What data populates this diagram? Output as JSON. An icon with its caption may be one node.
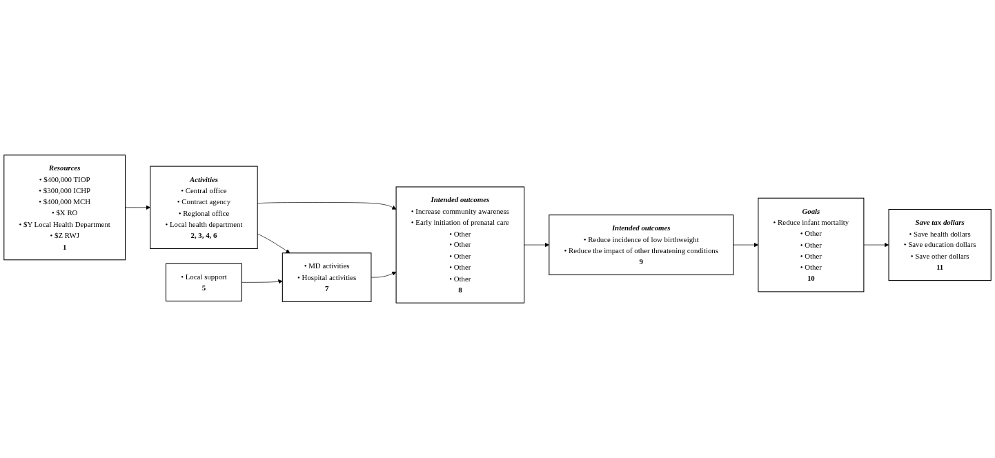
{
  "diagram": {
    "nodes": [
      {
        "text": [
          "Resources",
          "• $400,000 TIOP",
          "• $300,000 ICHP",
          "• $400,000 MCH",
          "• $X RO",
          "• $Y Local Health Department",
          "• $Z RWJ",
          "1"
        ]
      },
      {
        "text": [
          "• Local support",
          "5"
        ]
      },
      {
        "text": [
          "Activities",
          "• Central office",
          "• Contract agency",
          "• Regional office",
          "• Local health department",
          "2, 3, 4, 6"
        ]
      },
      {
        "text": [
          "• MD activities",
          "• Hospital activities",
          "7"
        ]
      },
      {
        "text": [
          "Intended outcomes",
          "• Increase community awareness",
          "• Early initiation of prenatal care",
          "• Other",
          "• Other",
          "• Other",
          "• Other",
          "• Other",
          "8"
        ]
      },
      {
        "text": [
          "Intended outcomes",
          "• Reduce incidence of low birthweight",
          "• Reduce the impact of other threatening conditions",
          "9"
        ]
      },
      {
        "text": [
          "Goals",
          "• Reduce infant mortality",
          "• Other",
          "• Other",
          "• Other",
          "• Other",
          "10"
        ]
      },
      {
        "text": [
          "Save tax dollars",
          "• Save health dollars",
          "• Save education dollars",
          "• Save other dollars",
          "11"
        ]
      }
    ],
    "edges": [
      {
        "from": 0,
        "to": 2,
        "arrow": "to"
      },
      {
        "from": 2,
        "to": 4,
        "arrow": "to"
      },
      {
        "from": 2,
        "to": 3,
        "arrow": "to"
      },
      {
        "from": 1,
        "to": 3,
        "arrow": "to"
      },
      {
        "from": 3,
        "to": 4,
        "arrow": "to"
      },
      {
        "from": 4,
        "to": 5,
        "arrow": "to"
      },
      {
        "from": 5,
        "to": 6,
        "arrow": "to"
      },
      {
        "from": 6,
        "to": 7,
        "arrow": "to"
      }
    ]
  }
}
